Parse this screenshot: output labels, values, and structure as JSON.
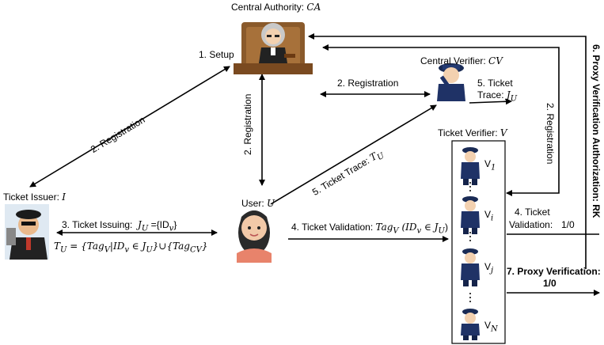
{
  "entities": {
    "ca": {
      "label": "Central Authority: ",
      "symbol": "CA"
    },
    "cv": {
      "label": "Central Verifier: ",
      "symbol": "CV"
    },
    "ti": {
      "label": "Ticket Issuer: ",
      "symbol": "I"
    },
    "user": {
      "label": "User: ",
      "symbol": "U"
    },
    "tv": {
      "label": "Ticket Verifier: ",
      "symbol": "V"
    }
  },
  "verifiers": {
    "v1": {
      "letter": "V",
      "sub": "1"
    },
    "vi": {
      "letter": "V",
      "sub": "i"
    },
    "vj": {
      "letter": "V",
      "sub": "j"
    },
    "vn": {
      "letter": "V",
      "sub": "N"
    }
  },
  "steps": {
    "setup": "1. Setup",
    "reg_issuer": "2. Registration",
    "reg_user": "2. Registration",
    "reg_cv": "2. Registration",
    "reg_tv": "2. Registration",
    "issuing": "3. Ticket Issuing:",
    "issuing_set": "J",
    "issuing_set_sub": "U",
    "issuing_eq": " ={ID",
    "issuing_eq_sub": "v",
    "issuing_close": "}",
    "tu_line": "T",
    "tu_sub": "U",
    "tu_eq": " = {Tag",
    "tu_eq_sub": "V",
    "tu_mid": "|ID",
    "tu_mid_sub": "v",
    "tu_in": " ∈ J",
    "tu_in_sub": "U",
    "tu_union": "}∪{Tag",
    "tu_union_sub": "CV",
    "tu_close": "}",
    "validation": "4. Ticket Validation: ",
    "val_tag": "Tag",
    "val_tag_sub": "V",
    "val_id": " (ID",
    "val_id_sub": "v",
    "val_in": " ∈ J",
    "val_in_sub": "U",
    "val_close": ")",
    "trace_user": "5. Ticket Trace: ",
    "trace_user_sym": "T",
    "trace_user_sub": "U",
    "trace_cv_line1": "5. Ticket",
    "trace_cv_line2": "Trace: ",
    "trace_cv_sym": "J",
    "trace_cv_sub": "U",
    "tv_validation_line1": "4. Ticket",
    "tv_validation_line2": "Validation:",
    "tv_result": "1/0",
    "authorization": "6. Proxy Verification Authorization: RK",
    "proxy_line1": "7. Proxy Verification:",
    "proxy_line2": "1/0"
  }
}
